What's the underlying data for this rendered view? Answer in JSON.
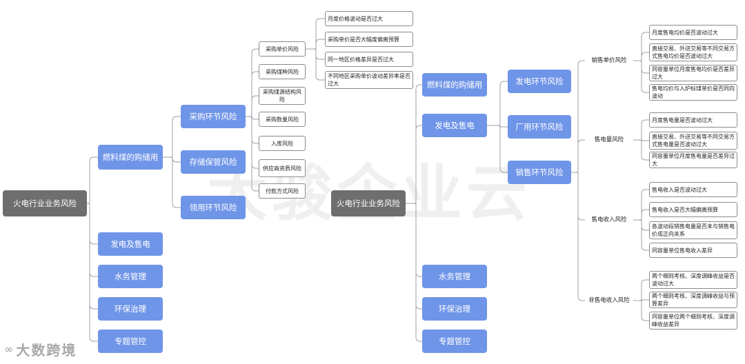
{
  "watermark": "大骏企业云",
  "logo": {
    "mark": "∞",
    "text": "大数跨境"
  },
  "nodes": [
    {
      "id": "root1",
      "label": "火电行业业务风险"
    },
    {
      "id": "c1",
      "label": "燃料煤的购储用"
    },
    {
      "id": "c2",
      "label": "发电及售电"
    },
    {
      "id": "c3",
      "label": "水务管理"
    },
    {
      "id": "c4",
      "label": "环保治理"
    },
    {
      "id": "c5",
      "label": "专题管控"
    },
    {
      "id": "d1",
      "label": "采购环节风险"
    },
    {
      "id": "d2",
      "label": "存储保管风险"
    },
    {
      "id": "d3",
      "label": "领用环节风险"
    },
    {
      "id": "e1",
      "label": "采购单价风险"
    },
    {
      "id": "e2",
      "label": "采购煤种风险"
    },
    {
      "id": "e3",
      "label": "采购煤源结构风险"
    },
    {
      "id": "e4",
      "label": "采购数量风险"
    },
    {
      "id": "e5",
      "label": "入库风险"
    },
    {
      "id": "e6",
      "label": "供应商资质风险"
    },
    {
      "id": "e7",
      "label": "付款方式风险"
    },
    {
      "id": "f1",
      "label": "月度价格波动是否过大"
    },
    {
      "id": "f2",
      "label": "采购单价是否大幅度偏离预算"
    },
    {
      "id": "f3",
      "label": "同一地区价格差异是否过大"
    },
    {
      "id": "f4",
      "label": "不同地区采购单价波动差异率是否过大"
    },
    {
      "id": "root2",
      "label": "火电行业业务风险"
    },
    {
      "id": "g1",
      "label": "燃料煤的购储用"
    },
    {
      "id": "g2",
      "label": "发电及售电"
    },
    {
      "id": "g3",
      "label": "水务管理"
    },
    {
      "id": "g4",
      "label": "环保治理"
    },
    {
      "id": "g5",
      "label": "专题管控"
    },
    {
      "id": "h1",
      "label": "发电环节风险"
    },
    {
      "id": "h2",
      "label": "厂用环节风险"
    },
    {
      "id": "h3",
      "label": "销售环节风险"
    },
    {
      "id": "i1",
      "label": "销售单价风险"
    },
    {
      "id": "i2",
      "label": "售电量风险"
    },
    {
      "id": "i3",
      "label": "售电收入风险"
    },
    {
      "id": "i4",
      "label": "非售电收入风险"
    },
    {
      "id": "j1",
      "label": "月度售电均价是否波动过大"
    },
    {
      "id": "j2",
      "label": "直接交易、外送交易等不同交易方式售电均价是否波动过大"
    },
    {
      "id": "j3",
      "label": "同容量单位月度售电均价是否差异过大"
    },
    {
      "id": "j4",
      "label": "售电均价与入炉标煤单价是否同向波动"
    },
    {
      "id": "k1",
      "label": "月度售电量是否波动过大"
    },
    {
      "id": "k2",
      "label": "直接交易、外送交易等不同交易方式售电量是否波动过大"
    },
    {
      "id": "k3",
      "label": "同容量单位月度售电量是否差异过大"
    },
    {
      "id": "l1",
      "label": "售电收入是否波动过大"
    },
    {
      "id": "l2",
      "label": "售电收入是否大幅偏离预算"
    },
    {
      "id": "l3",
      "label": "各波动段销售电量是否未与销售电价成正向关系"
    },
    {
      "id": "l4",
      "label": "同容量单位售电收入差异"
    },
    {
      "id": "m1",
      "label": "两个细则考核、深度调峰收益是否波动过大"
    },
    {
      "id": "m2",
      "label": "两个细则考核、深度调峰收益与预算差异"
    },
    {
      "id": "m3",
      "label": "同容量单位两个细则考核、深度调峰收益差异"
    }
  ]
}
